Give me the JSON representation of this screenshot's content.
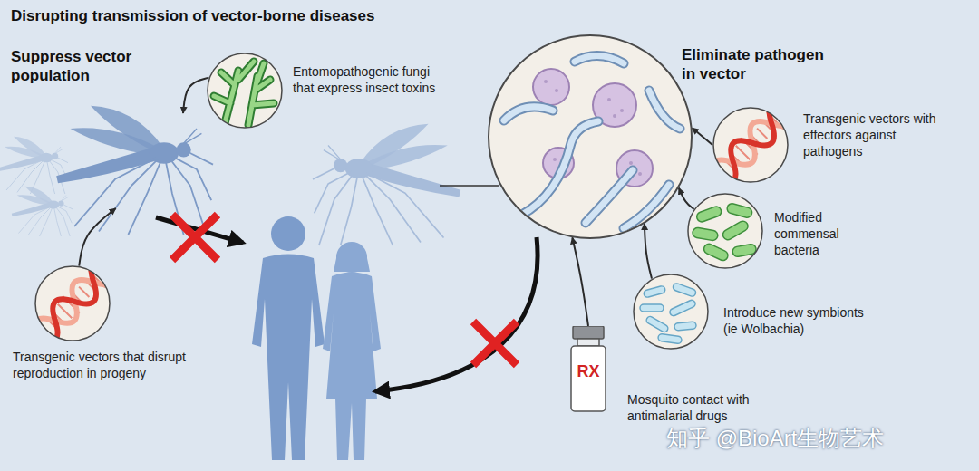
{
  "diagram": {
    "title": "Disrupting transmission of vector-borne diseases",
    "nodes": [
      {
        "text": [
          "Suppress vector population"
        ]
      },
      {
        "text": [
          "Entomopathogenic fungi that express insect toxins"
        ]
      },
      {
        "text": [
          "Transgenic vectors that disrupt reproduction in progeny"
        ]
      },
      {
        "text": [
          "Eliminate pathogen in vector"
        ]
      },
      {
        "text": [
          "Transgenic vectors with effectors against pathogens"
        ]
      },
      {
        "text": [
          "Modified commensal bacteria"
        ]
      },
      {
        "text": [
          "Introduce new symbionts (ie Wolbachia)"
        ]
      },
      {
        "text": [
          "RX",
          "Mosquito contact with antimalarial drugs"
        ]
      }
    ],
    "edges": [
      {
        "from": 1,
        "to": 0,
        "arrow": "to"
      },
      {
        "from": 2,
        "to": 0,
        "arrow": "to"
      },
      {
        "from": 4,
        "to": 3,
        "arrow": "to"
      },
      {
        "from": 5,
        "to": 3,
        "arrow": "to"
      },
      {
        "from": 6,
        "to": 3,
        "arrow": "to"
      },
      {
        "from": 7,
        "to": 3,
        "arrow": "to"
      }
    ],
    "labels": [
      "知乎 @BioArt生物艺术"
    ]
  }
}
